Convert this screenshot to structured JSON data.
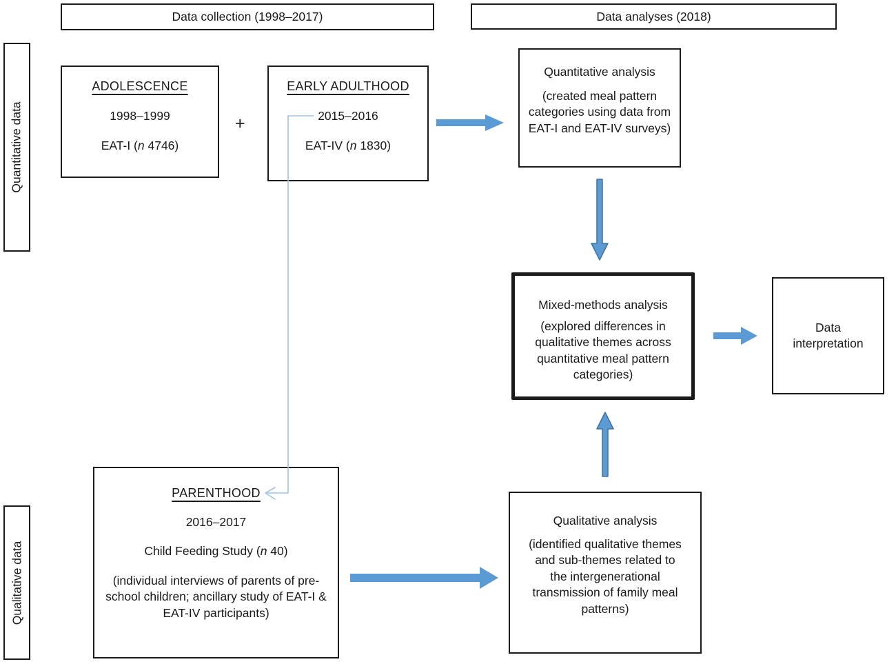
{
  "colors": {
    "arrow-fill": "#5b9bd5",
    "arrow-stroke": "#41719c",
    "connector": "#9dc3e6",
    "border": "#1a1a1a",
    "text": "#1a1a1a"
  },
  "headers": {
    "data_collection": "Data collection (1998–2017)",
    "data_analyses": "Data analyses (2018)"
  },
  "side_labels": {
    "quantitative": "Quantitative data",
    "qualitative": "Qualitative data"
  },
  "plus_sign": "+",
  "boxes": {
    "adolescence": {
      "title": "ADOLESCENCE",
      "years": "1998–1999",
      "study_prefix": "EAT-I (",
      "study_n": "n",
      "study_suffix": " 4746)"
    },
    "early_adulthood": {
      "title": "EARLY ADULTHOOD",
      "years": "2015–2016",
      "study_prefix": "EAT-IV (",
      "study_n": "n",
      "study_suffix": " 1830)"
    },
    "quantitative_analysis": {
      "title": "Quantitative analysis",
      "description": "(created meal pattern categories using data from EAT-I and EAT-IV surveys)"
    },
    "mixed_methods": {
      "title": "Mixed-methods analysis",
      "description": "(explored differences in qualitative themes across quantitative meal pattern categories)"
    },
    "data_interpretation": {
      "label": "Data interpretation"
    },
    "parenthood": {
      "title": "PARENTHOOD",
      "years": "2016–2017",
      "study_prefix": "Child Feeding Study (",
      "study_n": "n",
      "study_suffix": " 40)",
      "description": "(individual interviews of parents of pre-school children; ancillary study of EAT-I & EAT-IV participants)"
    },
    "qualitative_analysis": {
      "title": "Qualitative analysis",
      "description": "(identified qualitative themes and sub-themes related to the intergenerational transmission of family meal patterns)"
    }
  }
}
